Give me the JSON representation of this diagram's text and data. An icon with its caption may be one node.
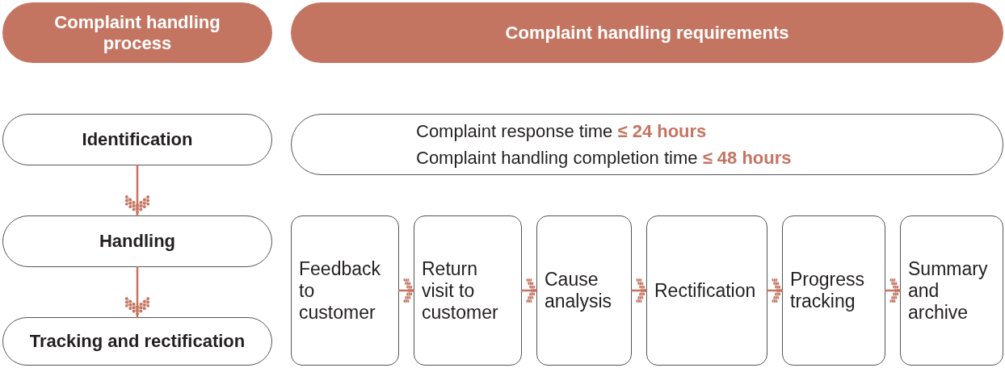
{
  "diagram": {
    "nodes": [
      {
        "text": [
          "Complaint handling process"
        ]
      },
      {
        "text": [
          "Complaint handling requirements"
        ]
      },
      {
        "text": [
          "Identification"
        ]
      },
      {
        "text": [
          "Complaint response time **≤ 24 hours**",
          "Complaint handling completion time **≤ 48 hours**"
        ]
      },
      {
        "text": [
          "Handling"
        ]
      },
      {
        "text": [
          "Tracking and rectification"
        ]
      },
      {
        "text": [
          "Feedback to customer"
        ]
      },
      {
        "text": [
          "Return visit to customer"
        ]
      },
      {
        "text": [
          "Cause analysis"
        ]
      },
      {
        "text": [
          "Rectification"
        ]
      },
      {
        "text": [
          "Progress tracking"
        ]
      },
      {
        "text": [
          "Summary and archive"
        ]
      }
    ],
    "edges": [
      {
        "from": 2,
        "to": 4,
        "arrow": "to"
      },
      {
        "from": 4,
        "to": 5,
        "arrow": "to"
      },
      {
        "from": 6,
        "to": 7,
        "arrow": "to"
      },
      {
        "from": 7,
        "to": 8,
        "arrow": "to"
      },
      {
        "from": 8,
        "to": 9,
        "arrow": "to"
      },
      {
        "from": 9,
        "to": 10,
        "arrow": "to"
      },
      {
        "from": 10,
        "to": 11,
        "arrow": "to"
      }
    ]
  }
}
